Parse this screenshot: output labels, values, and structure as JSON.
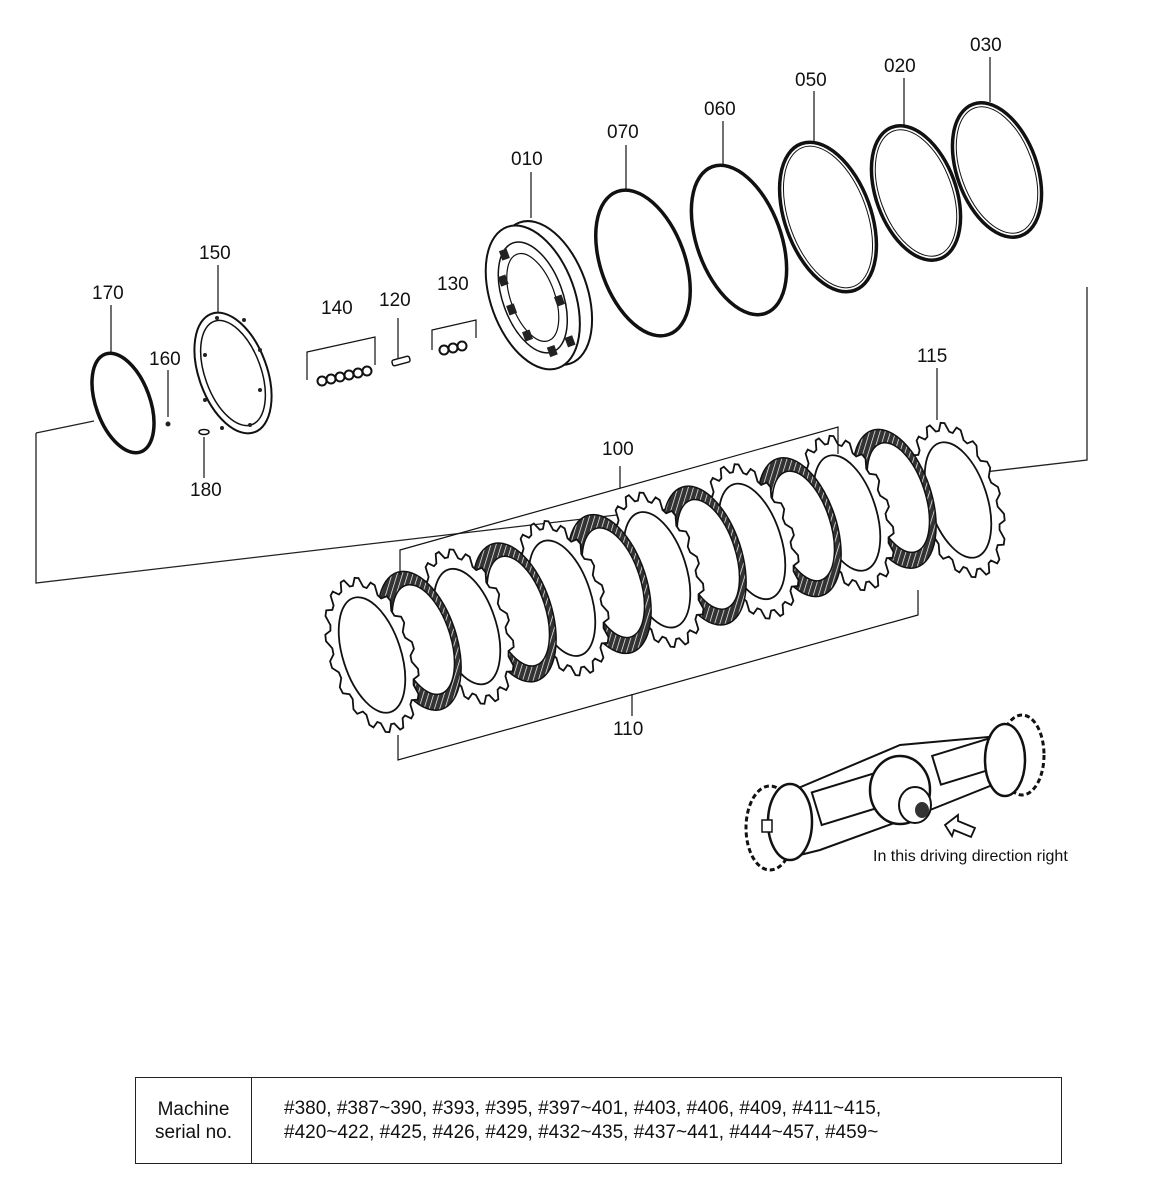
{
  "diagram": {
    "callouts": {
      "p030": "030",
      "p020": "020",
      "p050": "050",
      "p060": "060",
      "p070": "070",
      "p010": "010",
      "p150": "150",
      "p170": "170",
      "p160": "160",
      "p140": "140",
      "p120": "120",
      "p130": "130",
      "p180": "180",
      "p115": "115",
      "p100": "100",
      "p110": "110"
    },
    "direction_note": "In this driving direction right"
  },
  "serial_table": {
    "label_line1": "Machine",
    "label_line2": "serial no.",
    "value_line1": "#380, #387~390, #393, #395, #397~401, #403, #406, #409, #411~415,",
    "value_line2": "#420~422, #425, #426, #429, #432~435, #437~441, #444~457, #459~"
  }
}
